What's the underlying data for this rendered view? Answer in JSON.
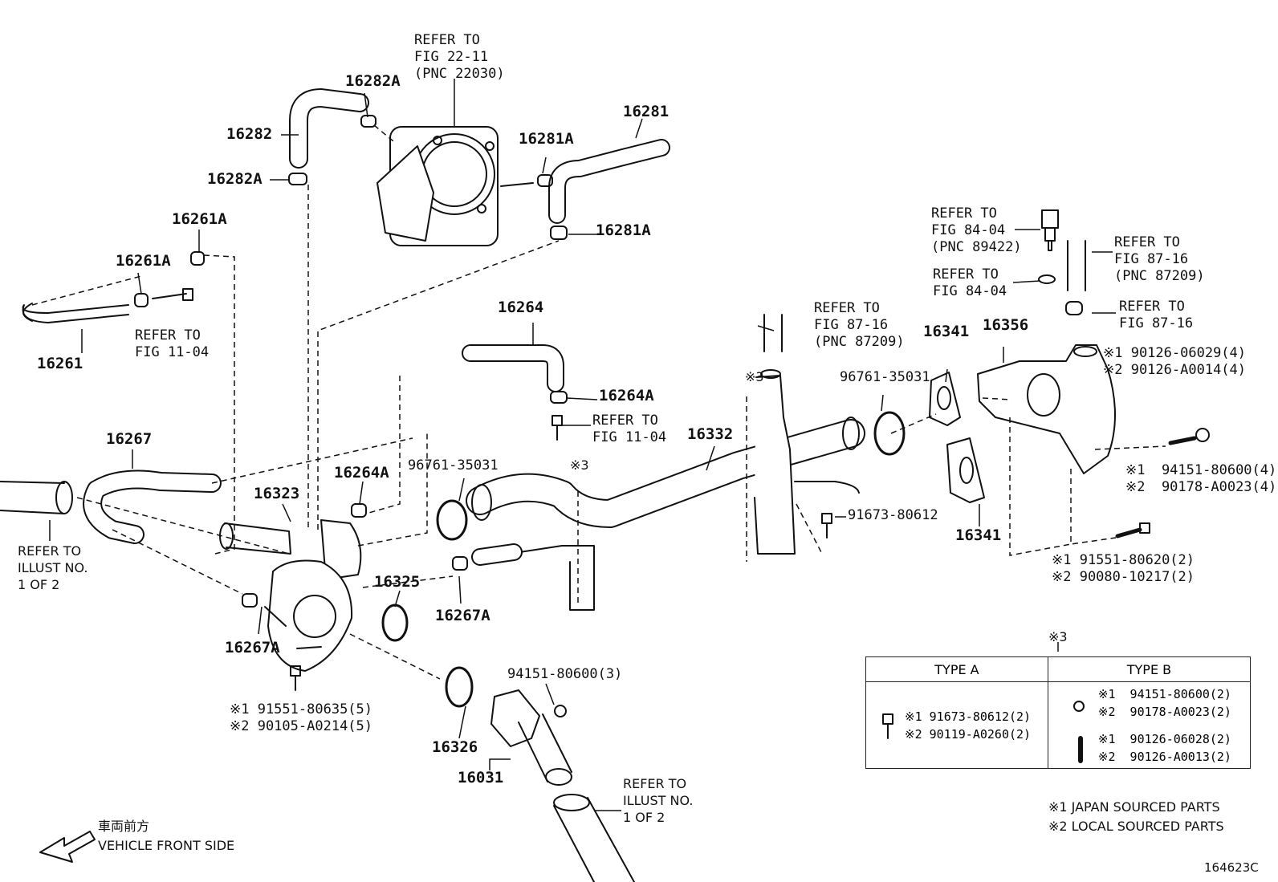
{
  "labels": {
    "p16282A_top": "16282A",
    "p16282": "16282",
    "p16282A_left": "16282A",
    "p16281": "16281",
    "p16281A_top": "16281A",
    "p16281A_low": "16281A",
    "p16261A_top": "16261A",
    "p16261A_left": "16261A",
    "p16261": "16261",
    "p16264": "16264",
    "p16264A_r": "16264A",
    "p16264A_l": "16264A",
    "p16267": "16267",
    "p16323": "16323",
    "p16332": "16332",
    "p16325": "16325",
    "p16267A_l": "16267A",
    "p16267A_m": "16267A",
    "p16326": "16326",
    "p16031": "16031",
    "p16341_top": "16341",
    "p16356": "16356",
    "p16341_low": "16341",
    "oring1": "96761-35031",
    "oring2": "96761-35031",
    "bolt_91673": "91673-80612",
    "nut_thermo": "94151-80600(3)",
    "sym3_a": "※3",
    "sym3_b": "※3",
    "sym3_table": "※3",
    "code": "164623C"
  },
  "refs": {
    "throttle": "REFER TO\nFIG 22-11\n(PNC 22030)",
    "fig1104": "REFER TO\nFIG 11-04",
    "fig1104_b": "REFER TO\nFIG 11-04",
    "fig8716_a": "REFER TO\nFIG 87-16\n(PNC 87209)",
    "fig8404_sensor": "REFER TO\nFIG 84-04\n(PNC 89422)",
    "fig8404_gasket": "REFER TO\nFIG 84-04",
    "fig8716_b": "REFER TO\nFIG 87-16\n(PNC 87209)",
    "fig8716_c": "REFER TO\nFIG 87-16",
    "illust_left": "REFER TO\nILLUST NO.\n1 OF 2",
    "illust_bottom": "REFER TO\nILLUST NO.\n1 OF 2"
  },
  "pairs": {
    "studs_right": "※1 90126-06029(4)\n※2 90126-A0014(4)",
    "nuts_right": "※1  94151-80600(4)\n※2  90178-A0023(4)",
    "bolts_right": "※1 91551-80620(2)\n※2 90080-10217(2)",
    "bolts_left": "※1 91551-80635(5)\n※2 90105-A0214(5)"
  },
  "type_table": {
    "header_a": "TYPE A",
    "header_b": "TYPE B",
    "a_rows": "※1 91673-80612(2)\n※2 90119-A0260(2)",
    "b_rows_1": "※1  94151-80600(2)\n※2  90178-A0023(2)",
    "b_rows_2": "※1  90126-06028(2)\n※2  90126-A0013(2)"
  },
  "legend": {
    "japan": "※1 JAPAN SOURCED PARTS",
    "local": "※2 LOCAL SOURCED PARTS"
  },
  "front": {
    "jp": "車両前方",
    "en": "VEHICLE FRONT SIDE"
  }
}
